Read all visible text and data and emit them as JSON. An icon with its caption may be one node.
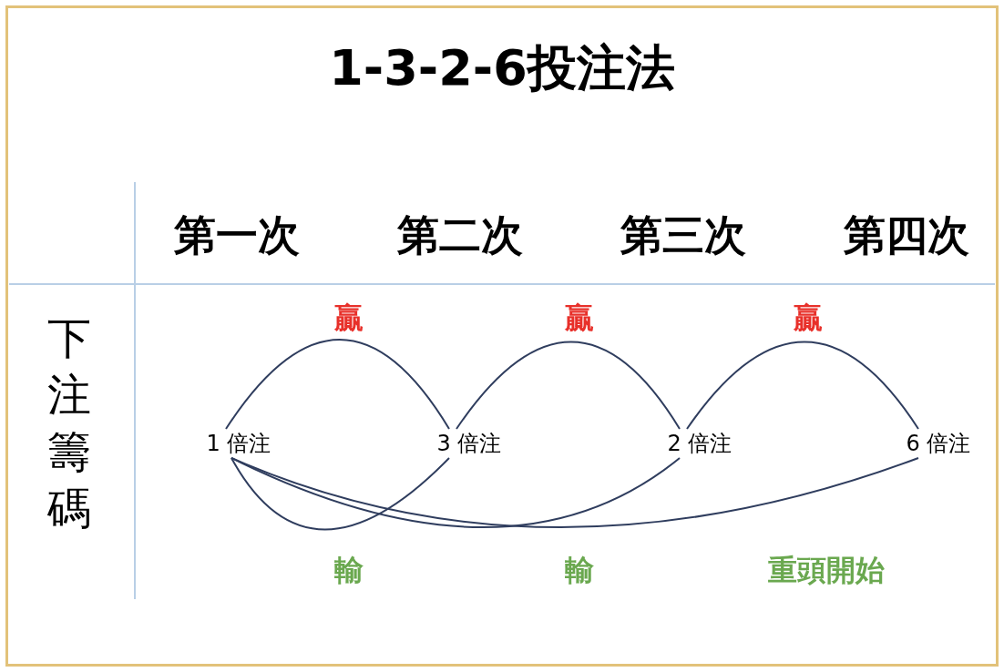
{
  "diagram": {
    "title": "1-3-2-6投注法",
    "nodes": [
      {
        "text": [
          "1 倍注"
        ]
      },
      {
        "text": [
          "3 倍注"
        ]
      },
      {
        "text": [
          "2 倍注"
        ]
      },
      {
        "text": [
          "6 倍注"
        ]
      }
    ],
    "edges": [
      {
        "from": 0,
        "to": 1,
        "arrow": "none",
        "label": "贏"
      },
      {
        "from": 1,
        "to": 2,
        "arrow": "none",
        "label": "贏"
      },
      {
        "from": 2,
        "to": 3,
        "arrow": "none",
        "label": "贏"
      },
      {
        "from": 1,
        "to": 0,
        "arrow": "none",
        "label": "輸"
      },
      {
        "from": 2,
        "to": 0,
        "arrow": "none",
        "label": "輸"
      },
      {
        "from": 3,
        "to": 0,
        "arrow": "none",
        "label": "重頭開始"
      }
    ],
    "labels": [
      "第一次",
      "第二次",
      "第三次",
      "第四次",
      "下注籌碼"
    ]
  }
}
